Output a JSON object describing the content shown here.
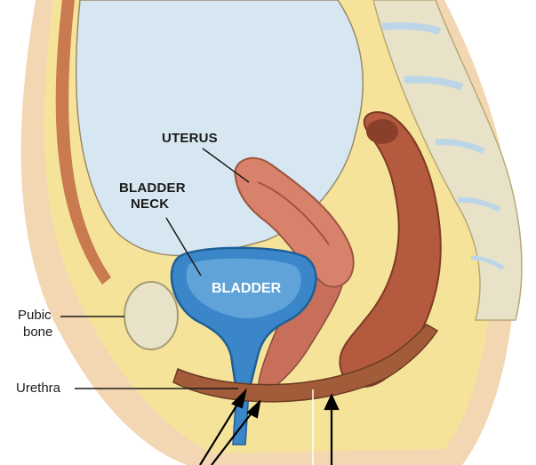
{
  "labels": {
    "uterus": "UTERUS",
    "bladder_neck_1": "BLADDER",
    "bladder_neck_2": "NECK",
    "bladder": "BLADDER",
    "pubic_1": "Pubic",
    "pubic_2": "bone",
    "urethra": "Urethra"
  },
  "colors": {
    "skin": "#f3d7b2",
    "fat": "#f6e39a",
    "cavity": "#d7e7f1",
    "bladder": "#3a86c8",
    "bladder_inner": "#5fa3d8",
    "uterus": "#d9826b",
    "rectum": "#b35a3f",
    "muscle": "#a35c3a",
    "bone": "#e8e2c8",
    "spine_disc": "#bcd6e8"
  }
}
